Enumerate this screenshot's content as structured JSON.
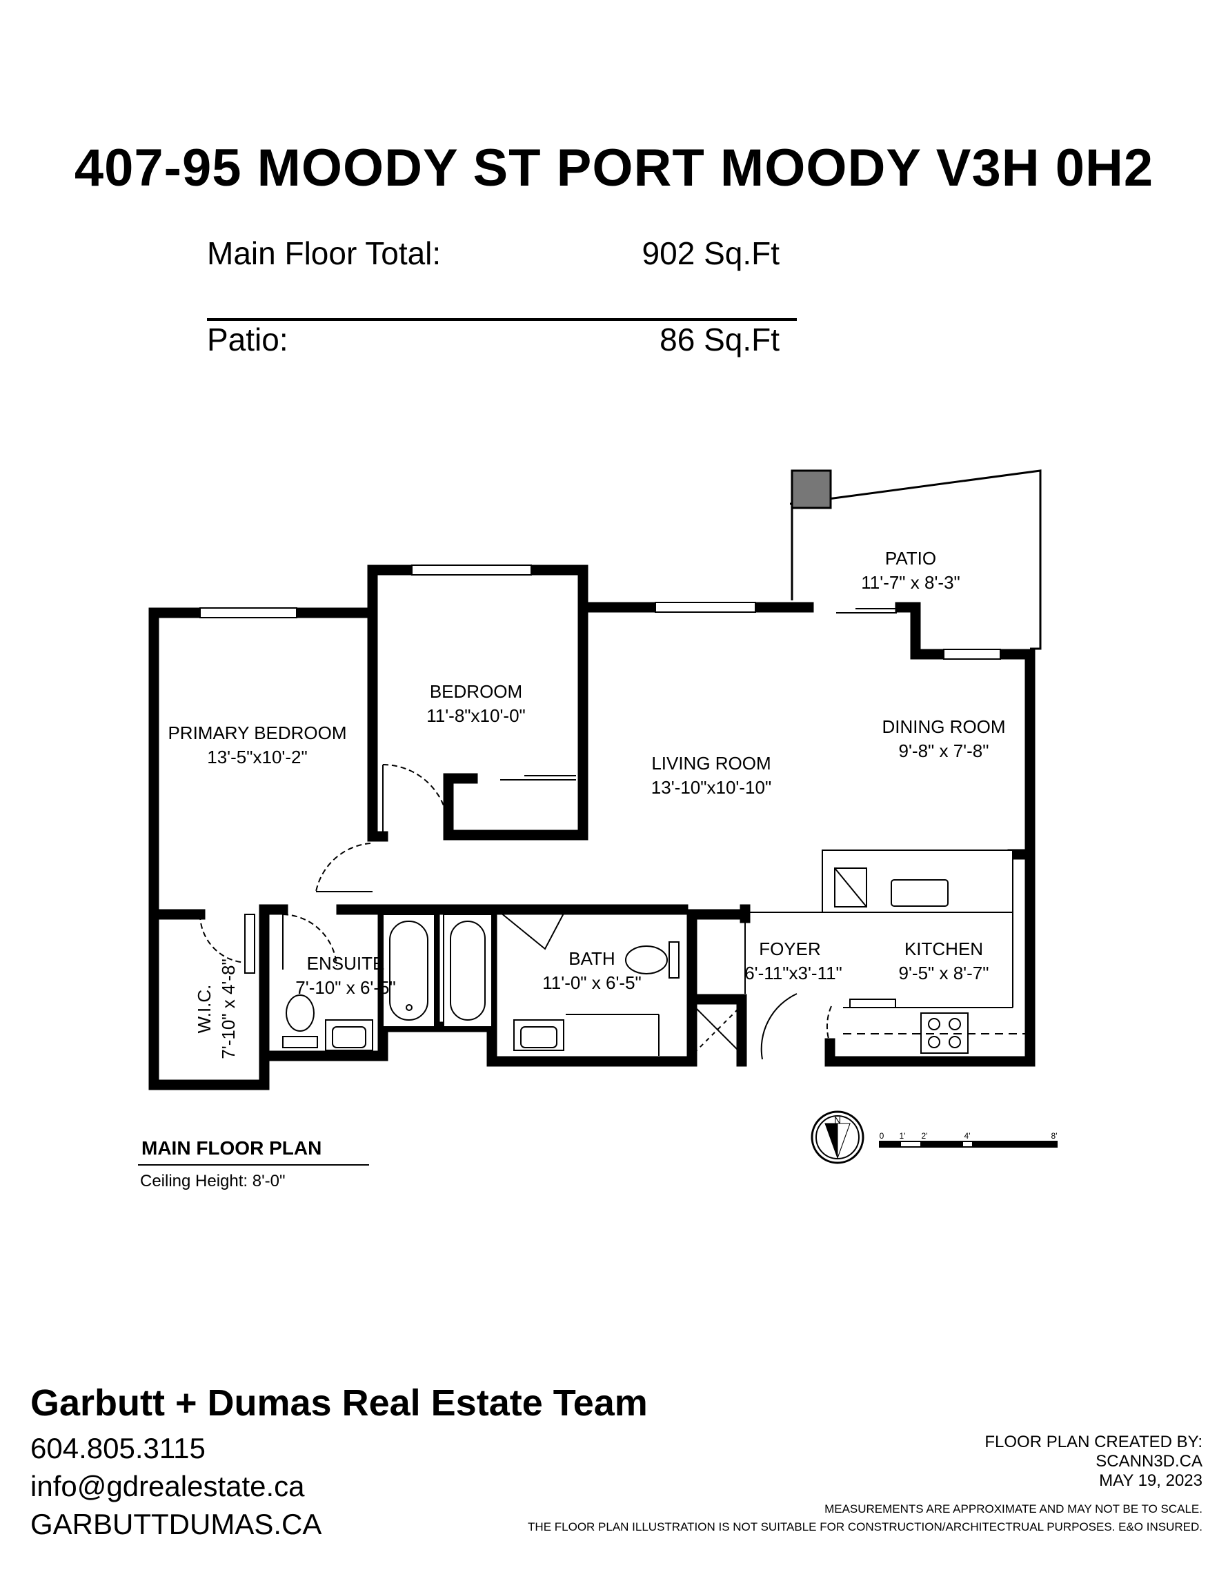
{
  "title": "407-95 MOODY ST PORT MOODY V3H 0H2",
  "areas": [
    {
      "label": "Main Floor Total:",
      "value": "902 Sq.Ft"
    },
    {
      "label": "Patio:",
      "value": "86 Sq.Ft"
    }
  ],
  "rooms": {
    "patio": {
      "name": "PATIO",
      "dims": "11'-7\" x 8'-3\""
    },
    "bedroom": {
      "name": "BEDROOM",
      "dims": "11'-8\"x10'-0\""
    },
    "primary_bedroom": {
      "name": "PRIMARY BEDROOM",
      "dims": "13'-5\"x10'-2\""
    },
    "living_room": {
      "name": "LIVING ROOM",
      "dims": "13'-10\"x10'-10\""
    },
    "dining_room": {
      "name": "DINING ROOM",
      "dims": "9'-8\" x 7'-8\""
    },
    "ensuite": {
      "name": "ENSUITE",
      "dims": "7'-10\" x 6'-5\""
    },
    "bath": {
      "name": "BATH",
      "dims": "11'-0\" x 6'-5\""
    },
    "foyer": {
      "name": "FOYER",
      "dims": "6'-11\"x3'-11\""
    },
    "kitchen": {
      "name": "KITCHEN",
      "dims": "9'-5\" x 8'-7\""
    },
    "wic": {
      "name": "W.I.C.",
      "dims": "7'-10\" x 4'-8\""
    }
  },
  "compass": {
    "label": "N"
  },
  "scale_bar": {
    "ticks": [
      "0",
      "1'",
      "2'",
      "4'",
      "8'"
    ]
  },
  "plan_heading": "MAIN FLOOR PLAN",
  "ceiling_height": "Ceiling Height: 8'-0\"",
  "company": {
    "name": "Garbutt + Dumas Real Estate Team",
    "phone": "604.805.3115",
    "email": "info@gdrealestate.ca",
    "website": "GARBUTTDUMAS.CA"
  },
  "credit": {
    "line1": "FLOOR PLAN CREATED BY:",
    "line2": "SCANN3D.CA",
    "line3": "MAY 19, 2023"
  },
  "disclaimer": {
    "line1": "MEASUREMENTS ARE APPROXIMATE AND MAY NOT BE TO SCALE.",
    "line2": "THE FLOOR PLAN ILLUSTRATION IS NOT SUITABLE FOR CONSTRUCTION/ARCHITECTRUAL PURPOSES. E&O INSURED."
  }
}
